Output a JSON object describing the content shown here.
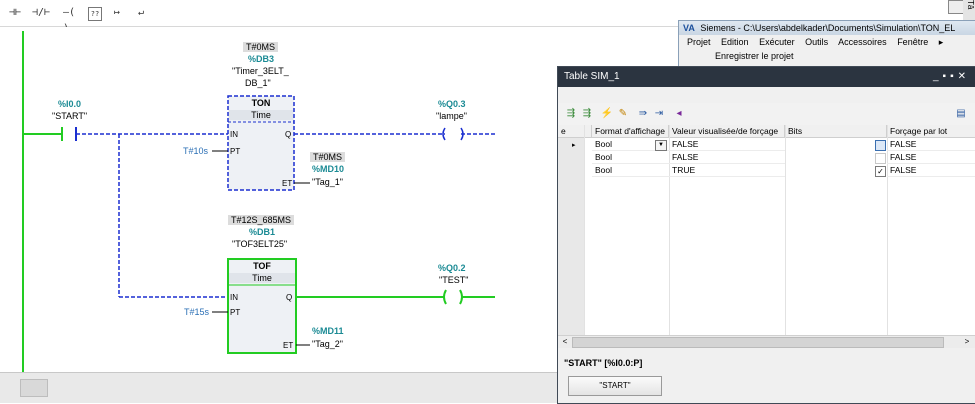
{
  "toolbar": {
    "buttons": [
      {
        "icon": "no-contact-icon",
        "glyph": "⊣⊢"
      },
      {
        "icon": "nc-contact-icon",
        "glyph": "⊣/⊢"
      },
      {
        "icon": "coil-icon",
        "glyph": "–( )–"
      },
      {
        "icon": "empty-box-icon",
        "glyph": "??"
      },
      {
        "icon": "open-branch-icon",
        "glyph": "↦"
      },
      {
        "icon": "close-branch-icon",
        "glyph": "↵"
      }
    ]
  },
  "ladder": {
    "contact": {
      "address": "%I0.0",
      "symbol": "\"START\""
    },
    "ton": {
      "instance_value": "T#0MS",
      "db": "%DB3",
      "instance_name_1": "\"Timer_3ELT_",
      "instance_name_2": "DB_1\"",
      "type": "TON",
      "subtype": "Time",
      "pins": {
        "in": "IN",
        "pt": "PT",
        "q": "Q",
        "et": "ET"
      },
      "pt_value": "T#10s",
      "et_value": "T#0MS",
      "et_address": "%MD10",
      "et_symbol": "\"Tag_1\""
    },
    "coil1": {
      "address": "%Q0.3",
      "symbol": "\"lampe\""
    },
    "tof": {
      "instance_value": "T#12S_685MS",
      "db": "%DB1",
      "instance_name": "\"TOF3ELT25\"",
      "type": "TOF",
      "subtype": "Time",
      "pins": {
        "in": "IN",
        "pt": "PT",
        "q": "Q",
        "et": "ET"
      },
      "pt_value": "T#15s",
      "et_address": "%MD11",
      "et_symbol": "\"Tag_2\""
    },
    "coil2": {
      "address": "%Q0.2",
      "symbol": "\"TEST\""
    }
  },
  "siemens_window": {
    "title": "Siemens - C:\\Users\\abdelkader\\Documents\\Simulation\\TON_EL",
    "menu": [
      "Projet",
      "Edition",
      "Exécuter",
      "Outils",
      "Accessoires",
      "Fenêtre"
    ],
    "save_label": "Enregistrer le projet"
  },
  "side_tab": {
    "label": "Tâ"
  },
  "sim_table": {
    "title": "Table SIM_1",
    "columns": [
      "e",
      "Format d'affichage",
      "Valeur visualisée/de forçage",
      "Bits",
      "Forçage par lot"
    ],
    "rows": [
      {
        "format": "Bool",
        "value": "FALSE",
        "bit_checked": false,
        "lot": "FALSE",
        "has_dropdown": true,
        "selected": true
      },
      {
        "format": "Bool",
        "value": "FALSE",
        "bit_checked": false,
        "lot": "FALSE",
        "has_dropdown": false,
        "selected": false
      },
      {
        "format": "Bool",
        "value": "TRUE",
        "bit_checked": true,
        "lot": "FALSE",
        "has_dropdown": false,
        "selected": false
      }
    ],
    "status_label": "\"START\" [%I0.0:P]",
    "start_button": "\"START\""
  },
  "colors": {
    "rung_green": "#22cc22",
    "powerflow_blue": "#1b2fd0",
    "tag_teal": "#1a8a94",
    "param_blue": "#2b6fb5",
    "title_bar": "#2b3440"
  }
}
